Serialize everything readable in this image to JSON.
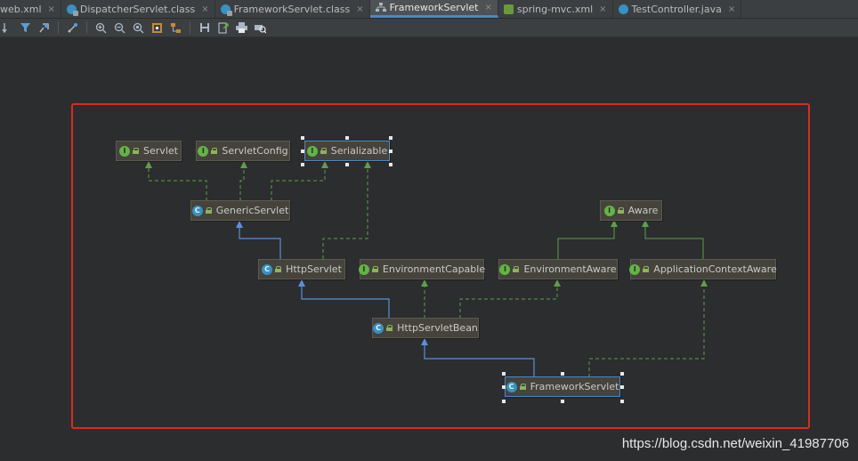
{
  "tabs": [
    {
      "label": "web.xml",
      "icon": "xml-file-icon",
      "active": false
    },
    {
      "label": "DispatcherServlet.class",
      "icon": "class-file-icon",
      "active": false
    },
    {
      "label": "FrameworkServlet.class",
      "icon": "class-file-icon",
      "active": false
    },
    {
      "label": "FrameworkServlet",
      "icon": "hierarchy-diagram-icon",
      "active": true
    },
    {
      "label": "spring-mvc.xml",
      "icon": "spring-xml-icon",
      "active": false
    },
    {
      "label": "TestController.java",
      "icon": "java-class-icon",
      "active": false
    }
  ],
  "tab_close_glyph": "×",
  "toolbar": [
    "diagram-layout-icon",
    "filter-icon",
    "magnet-icon",
    "show-dependencies-icon",
    "zoom-in-icon",
    "zoom-out-icon",
    "actual-size-icon",
    "fit-content-icon",
    "layout-icon",
    "save-icon",
    "export-icon",
    "print-icon",
    "print-preview-icon"
  ],
  "nodes": {
    "servlet": {
      "label": "Servlet",
      "kind": "interface"
    },
    "servlet_config": {
      "label": "ServletConfig",
      "kind": "interface"
    },
    "serializable": {
      "label": "Serializable",
      "kind": "interface"
    },
    "generic_servlet": {
      "label": "GenericServlet",
      "kind": "abstract-class"
    },
    "aware": {
      "label": "Aware",
      "kind": "interface"
    },
    "http_servlet": {
      "label": "HttpServlet",
      "kind": "abstract-class"
    },
    "environment_capable": {
      "label": "EnvironmentCapable",
      "kind": "interface"
    },
    "environment_aware": {
      "label": "EnvironmentAware",
      "kind": "interface"
    },
    "application_context_aware": {
      "label": "ApplicationContextAware",
      "kind": "interface"
    },
    "http_servlet_bean": {
      "label": "HttpServletBean",
      "kind": "abstract-class"
    },
    "framework_servlet": {
      "label": "FrameworkServlet",
      "kind": "abstract-class"
    }
  },
  "badge_glyphs": {
    "interface": "I",
    "class": "C"
  },
  "edges": [
    {
      "from": "generic_servlet",
      "to": "servlet",
      "type": "implements"
    },
    {
      "from": "generic_servlet",
      "to": "servlet_config",
      "type": "implements"
    },
    {
      "from": "generic_servlet",
      "to": "serializable",
      "type": "implements"
    },
    {
      "from": "http_servlet",
      "to": "generic_servlet",
      "type": "extends"
    },
    {
      "from": "http_servlet",
      "to": "serializable",
      "type": "implements"
    },
    {
      "from": "environment_aware",
      "to": "aware",
      "type": "extends-interface"
    },
    {
      "from": "application_context_aware",
      "to": "aware",
      "type": "extends-interface"
    },
    {
      "from": "http_servlet_bean",
      "to": "http_servlet",
      "type": "extends"
    },
    {
      "from": "http_servlet_bean",
      "to": "environment_capable",
      "type": "implements"
    },
    {
      "from": "http_servlet_bean",
      "to": "environment_aware",
      "type": "implements"
    },
    {
      "from": "framework_servlet",
      "to": "http_servlet_bean",
      "type": "extends"
    },
    {
      "from": "framework_servlet",
      "to": "application_context_aware",
      "type": "implements"
    }
  ],
  "colors": {
    "extends": "#5b8fd9",
    "implements": "#5f9e48",
    "highlight_box": "#e0291f"
  },
  "watermark": "https://blog.csdn.net/weixin_41987706"
}
